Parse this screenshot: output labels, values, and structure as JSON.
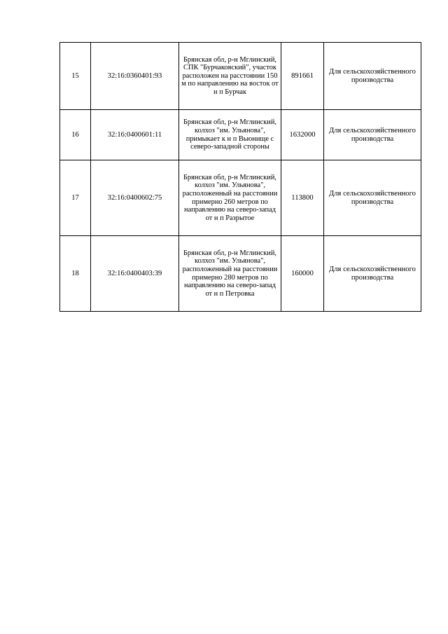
{
  "rows": [
    {
      "num": "15",
      "cadastral": "32:16:0360401:93",
      "location": "Брянская обл, р-н Мглинский, СПК \"Бурчаковский\", участок расположен на расстоянии 150 м по направлению на восток от н п Бурчак",
      "area": "891661",
      "purpose": "Для сельскохозяйственного производства"
    },
    {
      "num": "16",
      "cadastral": "32:16:0400601:11",
      "location": "Брянская обл, р-н Мглинский, колхоз \"им. Ульянова\", примыкает к н п Вьюнище с северо-западной стороны",
      "area": "1632000",
      "purpose": "Для сельскохозяйственного производства"
    },
    {
      "num": "17",
      "cadastral": "32:16:0400602:75",
      "location": "Брянская обл, р-н Мглинский, колхоз \"им. Ульянова\", расположенный на расстоянии примерно 260 метров по направлению на северо-запад от н п Разрытое",
      "area": "113800",
      "purpose": "Для сельскохозяйственного производства"
    },
    {
      "num": "18",
      "cadastral": "32:16:0400403:39",
      "location": "Брянская обл, р-н Мглинский, колхоз \"им. Ульянова\", расположенный на расстоянии примерно 280 метров по направлению на северо-запад от н п Петровка",
      "area": "160000",
      "purpose": "Для сельскохозяйственного производства"
    }
  ]
}
